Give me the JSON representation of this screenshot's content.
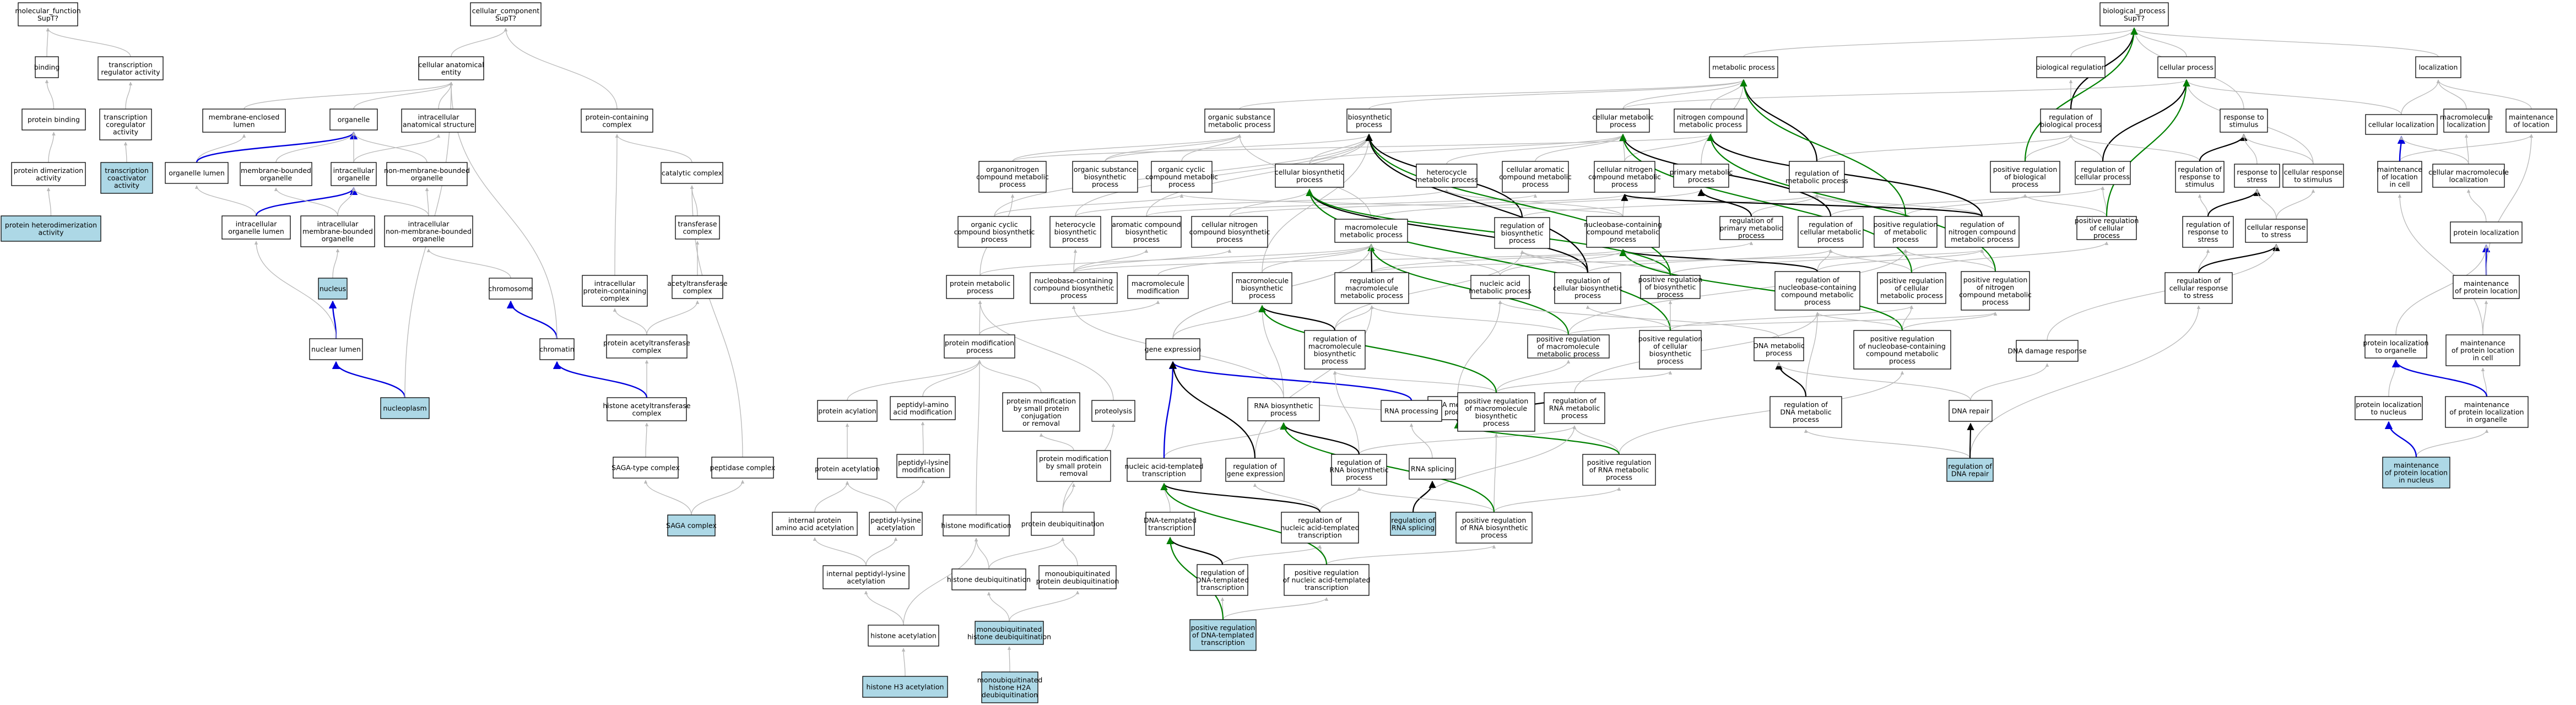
{
  "colors": {
    "node_border": "#000000",
    "node_fill": "#ffffff",
    "node_highlight": "#add8e6",
    "edge_is_a": "#b8b8b8",
    "edge_part_of": "#000000",
    "edge_positively_regulates": "#008000",
    "edge_query": "#0000dd"
  },
  "nodes": {
    "mf": [
      "molecular_function",
      "SupT?"
    ],
    "binding": [
      "binding"
    ],
    "trreg": [
      "transcription",
      "regulator activity"
    ],
    "protbind": [
      "protein binding"
    ],
    "tcoreg": [
      "transcription",
      "coregulator",
      "activity"
    ],
    "pdimer": [
      "protein dimerization",
      "activity"
    ],
    "tcoact": [
      "transcription",
      "coactivator",
      "activity"
    ],
    "phetero": [
      "protein heterodimerization",
      "activity"
    ],
    "cc": [
      "cellular_component",
      "SupT?"
    ],
    "cae": [
      "cellular anatomical",
      "entity"
    ],
    "membl": [
      "membrane-enclosed",
      "lumen"
    ],
    "organelle": [
      "organelle"
    ],
    "ics": [
      "intracellular",
      "anatomical structure"
    ],
    "orglumen": [
      "organelle lumen"
    ],
    "mbo": [
      "membrane-bounded",
      "organelle"
    ],
    "icorg": [
      "intracellular",
      "organelle"
    ],
    "nmbo": [
      "non-membrane-bounded",
      "organelle"
    ],
    "icol": [
      "intracellular",
      "organelle lumen"
    ],
    "icmbo": [
      "intracellular",
      "membrane-bounded",
      "organelle"
    ],
    "icnmbo": [
      "intracellular",
      "non-membrane-bounded",
      "organelle"
    ],
    "nucleus": [
      "nucleus"
    ],
    "nuclumen": [
      "nuclear lumen"
    ],
    "nucleoplasm": [
      "nucleoplasm"
    ],
    "chromosome": [
      "chromosome"
    ],
    "chromatin": [
      "chromatin"
    ],
    "pcc": [
      "protein-containing",
      "complex"
    ],
    "catcx": [
      "catalytic complex"
    ],
    "transfcx": [
      "transferase",
      "complex"
    ],
    "icpcc": [
      "intracellular",
      "protein-containing",
      "complex"
    ],
    "acetyltcx": [
      "acetyltransferase",
      "complex"
    ],
    "patcx": [
      "protein acetyltransferase",
      "complex"
    ],
    "hatcx": [
      "histone acetyltransferase",
      "complex"
    ],
    "sagatype": [
      "SAGA-type complex"
    ],
    "pepcx": [
      "peptidase complex"
    ],
    "saga": [
      "SAGA complex"
    ],
    "bp": [
      "biological_process",
      "SupT?"
    ],
    "metab": [
      "metabolic process"
    ],
    "biolreg": [
      "biological regulation"
    ],
    "cellproc": [
      "cellular process"
    ],
    "localiz": [
      "localization"
    ],
    "osmp": [
      "organic substance",
      "metabolic process"
    ],
    "biosyn": [
      "biosynthetic",
      "process"
    ],
    "cmp": [
      "cellular metabolic",
      "process"
    ],
    "ncmp": [
      "nitrogen compound",
      "metabolic process"
    ],
    "regbp": [
      "regulation of",
      "biological process"
    ],
    "resp": [
      "response to",
      "stimulus"
    ],
    "cellloc": [
      "cellular localization"
    ],
    "macroloc": [
      "macromolecule",
      "localization"
    ],
    "maintloc": [
      "maintenance",
      "of location"
    ],
    "onmp": [
      "organonitrogen",
      "compound metabolic",
      "process"
    ],
    "osbp": [
      "organic substance",
      "biosynthetic",
      "process"
    ],
    "ocmp": [
      "organic cyclic",
      "compound metabolic",
      "process"
    ],
    "cbp": [
      "cellular biosynthetic",
      "process"
    ],
    "hcmp": [
      "heterocycle",
      "metabolic process"
    ],
    "camp": [
      "cellular aromatic",
      "compound metabolic",
      "process"
    ],
    "cncmp": [
      "cellular nitrogen",
      "compound metabolic",
      "process"
    ],
    "pmp": [
      "primary metabolic",
      "process"
    ],
    "regmp": [
      "regulation of",
      "metabolic process"
    ],
    "posregbp": [
      "positive regulation",
      "of biological",
      "process"
    ],
    "regcp": [
      "regulation of",
      "cellular process"
    ],
    "regresp": [
      "regulation of",
      "response to",
      "stimulus"
    ],
    "rstress": [
      "response to",
      "stress"
    ],
    "crstim": [
      "cellular response",
      "to stimulus"
    ],
    "maintcell": [
      "maintenance",
      "of location",
      "in cell"
    ],
    "cmloc": [
      "cellular macromolecule",
      "localization"
    ],
    "macrometab": [
      "macromolecule",
      "metabolic process"
    ],
    "ocbp": [
      "organic cyclic",
      "compound biosynthetic",
      "process"
    ],
    "hbp": [
      "heterocycle",
      "biosynthetic",
      "process"
    ],
    "acbp": [
      "aromatic compound",
      "biosynthetic",
      "process"
    ],
    "cnbp": [
      "cellular nitrogen",
      "compound biosynthetic",
      "process"
    ],
    "regbiosyn": [
      "regulation of",
      "biosynthetic",
      "process"
    ],
    "nbcmp": [
      "nucleobase-containing",
      "compound metabolic",
      "process"
    ],
    "regpmp": [
      "regulation of",
      "primary metabolic",
      "process"
    ],
    "regcmp": [
      "regulation of",
      "cellular metabolic",
      "process"
    ],
    "posregmp": [
      "positive regulation",
      "of metabolic",
      "process"
    ],
    "regncmp": [
      "regulation of",
      "nitrogen compound",
      "metabolic process"
    ],
    "posregcp": [
      "positive regulation",
      "of cellular",
      "process"
    ],
    "regrstress": [
      "regulation of",
      "response to",
      "stress"
    ],
    "crstress": [
      "cellular response",
      "to stress"
    ],
    "protloc": [
      "protein localization"
    ],
    "protmetab": [
      "protein metabolic",
      "process"
    ],
    "nbcbp": [
      "nucleobase-containing",
      "compound biosynthetic",
      "process"
    ],
    "macromod": [
      "macromolecule",
      "modification"
    ],
    "macrobiosyn": [
      "macromolecule",
      "biosynthetic",
      "process"
    ],
    "regmacrometab": [
      "regulation of",
      "macromolecule",
      "metabolic process"
    ],
    "namp": [
      "nucleic acid",
      "metabolic process"
    ],
    "regcbp": [
      "regulation of",
      "cellular biosynthetic",
      "process"
    ],
    "posregbiosyn": [
      "positive regulation",
      "of biosynthetic",
      "process"
    ],
    "regnbcmp": [
      "regulation of",
      "nucleobase-containing",
      "compound metabolic",
      "process"
    ],
    "posregcmp": [
      "positive regulation",
      "of cellular",
      "metabolic process"
    ],
    "posregncmp": [
      "positive regulation",
      "of nitrogen",
      "compound metabolic",
      "process"
    ],
    "regcrstress": [
      "regulation of",
      "cellular response",
      "to stress"
    ],
    "maintprotloc": [
      "maintenance",
      "of protein location"
    ],
    "protmod": [
      "protein modification",
      "process"
    ],
    "geneexpr": [
      "gene expression"
    ],
    "regmacrobiosyn": [
      "regulation of",
      "macromolecule",
      "biosynthetic",
      "process"
    ],
    "posregmacrometab": [
      "positive regulation",
      "of macromolecule",
      "metabolic process"
    ],
    "posregcbp": [
      "positive regulation",
      "of cellular",
      "biosynthetic",
      "process"
    ],
    "posregnbcmp": [
      "positive regulation",
      "of nucleobase-containing",
      "compound metabolic",
      "process"
    ],
    "dnamp": [
      "DNA metabolic",
      "process"
    ],
    "dnadamage": [
      "DNA damage response"
    ],
    "protlocorg": [
      "protein localization",
      "to organelle"
    ],
    "maintprotloccell": [
      "maintenance",
      "of protein location",
      "in cell"
    ],
    "protacyl": [
      "protein acylation"
    ],
    "peptaa": [
      "peptidyl-amino",
      "acid modification"
    ],
    "pmsmp": [
      "protein modification",
      "by small protein",
      "conjugation",
      "or removal"
    ],
    "proteolysis": [
      "proteolysis"
    ],
    "rnametab": [
      "RNA metabolic",
      "process"
    ],
    "rnabiosyn": [
      "RNA biosynthetic",
      "process"
    ],
    "rnaproc": [
      "RNA processing"
    ],
    "posregmacrobiosyn": [
      "positive regulation",
      "of macromolecule",
      "biosynthetic",
      "process"
    ],
    "regrnametab": [
      "regulation of",
      "RNA metabolic",
      "process"
    ],
    "regdnametab": [
      "regulation of",
      "DNA metabolic",
      "process"
    ],
    "dnarepair": [
      "DNA repair"
    ],
    "protloctonuc": [
      "protein localization",
      "to nucleus"
    ],
    "maintprotlocorg": [
      "maintenance",
      "of protein localization",
      "in organelle"
    ],
    "protacet": [
      "protein acetylation"
    ],
    "peptlys": [
      "peptidyl-lysine",
      "modification"
    ],
    "pmsmr": [
      "protein modification",
      "by small protein",
      "removal"
    ],
    "natrans": [
      "nucleic acid-templated",
      "transcription"
    ],
    "reggeneexpr": [
      "regulation of",
      "gene expression"
    ],
    "regrnabiosyn": [
      "regulation of",
      "RNA biosynthetic",
      "process"
    ],
    "rnasplice": [
      "RNA splicing"
    ],
    "posregrnametab": [
      "positive regulation",
      "of RNA metabolic",
      "process"
    ],
    "regdnarepair": [
      "regulation of",
      "DNA repair"
    ],
    "maintprotlocnuc": [
      "maintenance",
      "of protein location",
      "in nucleus"
    ],
    "ipaa": [
      "internal protein",
      "amino acid acetylation"
    ],
    "peptlysacet": [
      "peptidyl-lysine",
      "acetylation"
    ],
    "histmod": [
      "histone modification"
    ],
    "protdeub": [
      "protein deubiquitination"
    ],
    "dnatrans": [
      "DNA-templated",
      "transcription"
    ],
    "regnatrans": [
      "regulation of",
      "nucleic acid-templated",
      "transcription"
    ],
    "regrnasplice": [
      "regulation of",
      "RNA splicing"
    ],
    "posregrnabiosyn": [
      "positive regulation",
      "of RNA biosynthetic",
      "process"
    ],
    "ipeptlys": [
      "internal peptidyl-lysine",
      "acetylation"
    ],
    "histdeub": [
      "histone deubiquitination"
    ],
    "monoprotdeub": [
      "monoubiquitinated",
      "protein deubiquitination"
    ],
    "regdnatrans": [
      "regulation of",
      "DNA-templated",
      "transcription"
    ],
    "posregnatrans": [
      "positive regulation",
      "of nucleic acid-templated",
      "transcription"
    ],
    "histacet": [
      "histone acetylation"
    ],
    "monohistdeub": [
      "monoubiquitinated",
      "histone deubiquitination"
    ],
    "posregdnatrans": [
      "positive regulation",
      "of DNA-templated",
      "transcription"
    ],
    "h3acet": [
      "histone H3 acetylation"
    ],
    "monoh2adeub": [
      "monoubiquitinated",
      "histone H2A",
      "deubiquitination"
    ]
  }
}
